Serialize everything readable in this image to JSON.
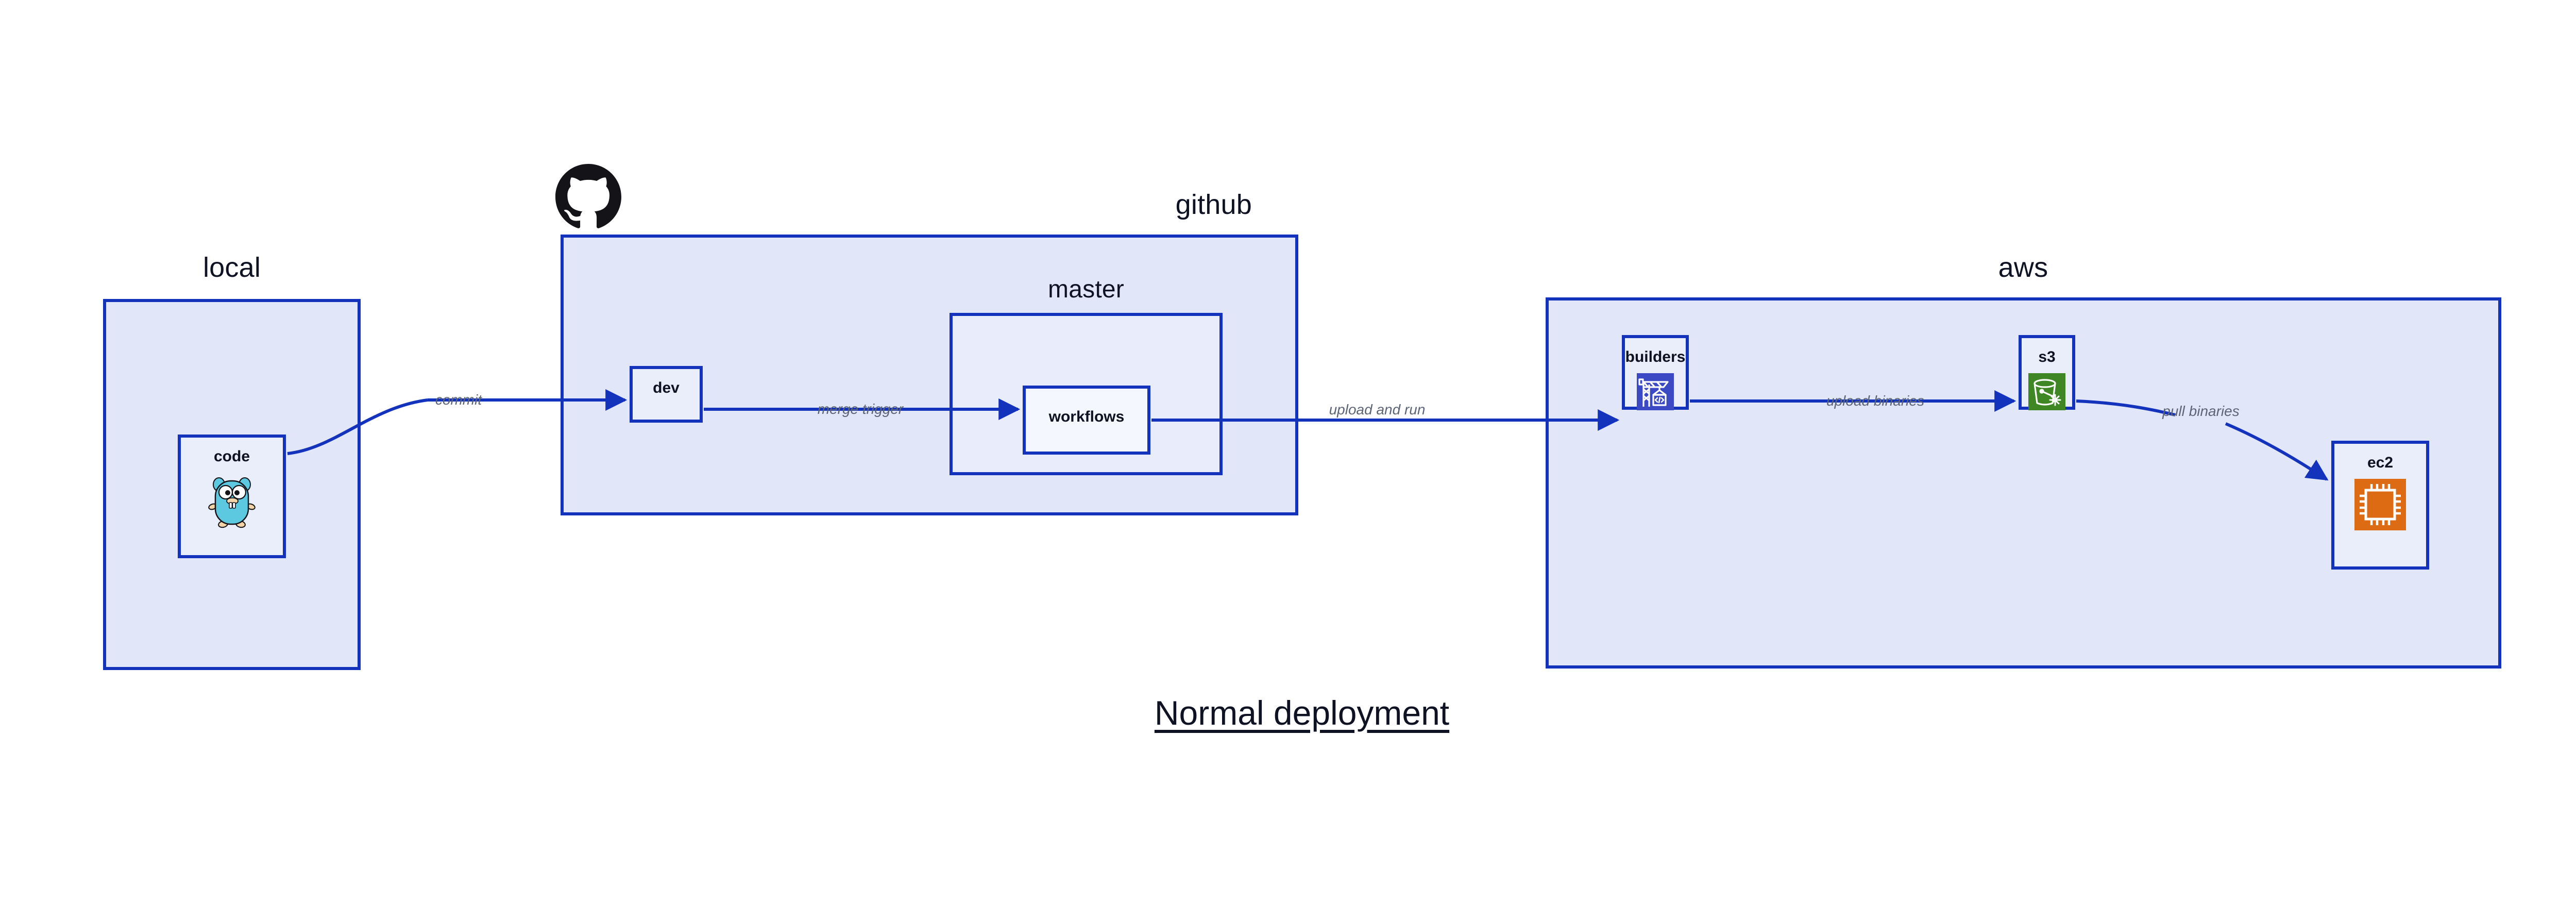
{
  "title": "Normal deployment",
  "groups": [
    {
      "id": "local",
      "label": "local"
    },
    {
      "id": "github",
      "label": "github"
    },
    {
      "id": "master",
      "label": "master"
    },
    {
      "id": "aws",
      "label": "aws"
    }
  ],
  "nodes": [
    {
      "id": "code",
      "label": "code",
      "icon": "go-gopher-icon"
    },
    {
      "id": "dev",
      "label": "dev",
      "icon": "none"
    },
    {
      "id": "workflows",
      "label": "workflows",
      "icon": "none"
    },
    {
      "id": "builders",
      "label": "builders",
      "icon": "aws-builders-crane-icon"
    },
    {
      "id": "s3",
      "label": "s3",
      "icon": "aws-s3-bucket-icon"
    },
    {
      "id": "ec2",
      "label": "ec2",
      "icon": "aws-ec2-chip-icon"
    }
  ],
  "edges": [
    {
      "id": "commit",
      "label": "commit",
      "from": "code",
      "to": "dev"
    },
    {
      "id": "merge-trigger",
      "label": "merge trigger",
      "from": "dev",
      "to": "workflows"
    },
    {
      "id": "upload-and-run",
      "label": "upload and run",
      "from": "workflows",
      "to": "builders"
    },
    {
      "id": "upload-binaries",
      "label": "upload binaries",
      "from": "builders",
      "to": "s3"
    },
    {
      "id": "pull-binaries",
      "label": "pull binaries",
      "from": "s3",
      "to": "ec2"
    }
  ],
  "logos": [
    {
      "id": "github-octocat",
      "name": "github-octocat-logo"
    }
  ],
  "colors": {
    "group_fill": "#e1e6f9",
    "group_fill_nested": "#e9edfb",
    "node_fill": "#eaeefb",
    "node_fill_light": "#f4f7fd",
    "border": "#1433bd",
    "edge": "#1433bd",
    "edge_label": "#5c6475",
    "text": "#0e1222",
    "aws_builders": "#3b4ac4",
    "aws_s3": "#3f8624",
    "aws_ec2": "#dd6b14",
    "go_gopher": "#5dc9e1",
    "github_logo": "#131318"
  }
}
